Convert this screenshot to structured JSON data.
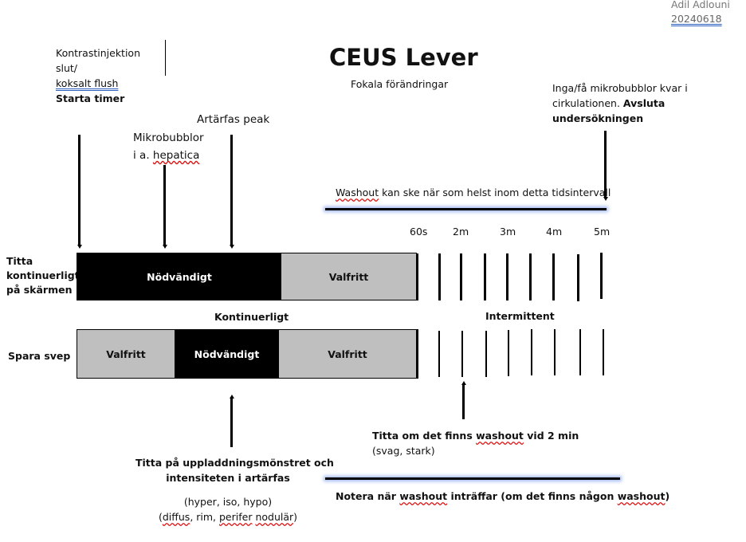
{
  "author": {
    "name": "Adil Adlouni",
    "date": "20240618"
  },
  "title": "CEUS Lever",
  "subtitle": "Fokala förändringar",
  "annotations": {
    "injection": {
      "line1": "Kontrastinjektion",
      "line2": "slut/",
      "line3": "koksalt flush",
      "line4": "Starta timer"
    },
    "microbubbles": {
      "line1": "Mikrobubblor",
      "line2_prefix": "i a. ",
      "line2_word": "hepatica"
    },
    "arterial_peak": "Artärfas peak",
    "end_exam": {
      "line1": "Inga/få mikrobubblor kvar i",
      "line2_normal": "cirkulationen. ",
      "line2_bold": "Avsluta",
      "line3": "undersökningen"
    },
    "washout_interval": {
      "word": "Washout",
      "rest": " kan ske när som helst inom detta tidsintervall"
    },
    "check_2min": {
      "prefix": "Titta om det finns ",
      "word": "washout",
      "suffix": " vid 2 min",
      "line2": "(svag, stark)"
    },
    "enhancement": {
      "line1": "Titta på uppladdningsmönstret och",
      "line2": "intensiteten i artärfas",
      "line3": "(hyper, iso, hypo)",
      "line4_open": "(",
      "line4_w1": "diffus",
      "line4_mid": ", rim, ",
      "line4_w2": "perifer",
      "line4_sp": " ",
      "line4_w3": "nodulär",
      "line4_close": ")"
    },
    "note_washout": {
      "p1": "Notera när ",
      "w1": "washout",
      "p2": " inträffar (om det finns någon ",
      "w2": "washout",
      "p3": ")"
    }
  },
  "time_labels": [
    "60s",
    "2m",
    "3m",
    "4m",
    "5m"
  ],
  "rows": [
    {
      "label": [
        "Titta",
        "kontinuerligt",
        "på skärmen"
      ],
      "segments": [
        {
          "label": "Nödvändigt",
          "style": "black"
        },
        {
          "label": "Valfritt",
          "style": "gray"
        }
      ]
    },
    {
      "label": [
        "Spara svep"
      ],
      "segments": [
        {
          "label": "Valfritt",
          "style": "gray"
        },
        {
          "label": "Nödvändigt",
          "style": "black"
        },
        {
          "label": "Valfritt",
          "style": "gray"
        }
      ]
    }
  ],
  "phase_labels": {
    "continuous": "Kontinuerligt",
    "intermittent": "Intermittent"
  },
  "colors": {
    "required": "#000000",
    "optional": "#bfbfbf",
    "glow": "#5a82e6"
  }
}
